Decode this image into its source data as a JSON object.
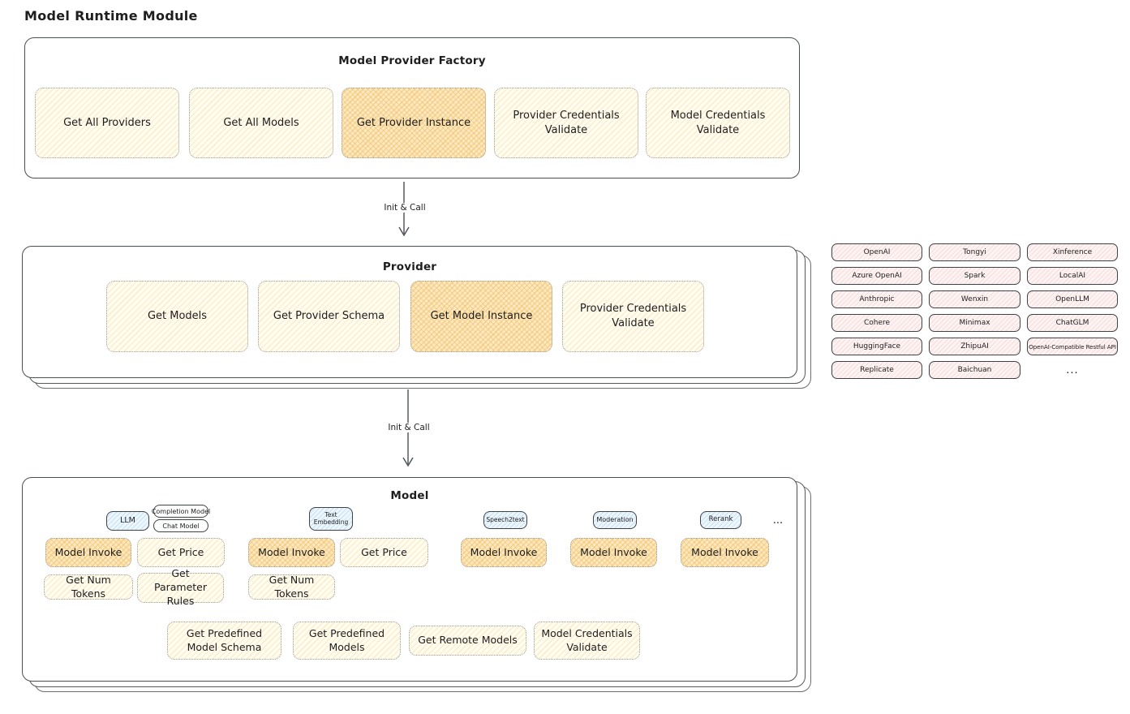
{
  "page_title": "Model Runtime Module",
  "colors": {
    "outline": "#4a4f55",
    "yellow_fill": "#fffcf0",
    "yellow_hatch": "#f0cd82",
    "highlight_fill": "#fbe9c3",
    "highlight_hatch": "#f2b754",
    "pink_fill": "#fdf3f3",
    "pink_hatch": "#eca6a6",
    "blue_fill": "#edf6fc",
    "blue_hatch": "#85bce2"
  },
  "factory": {
    "title": "Model Provider Factory",
    "buttons": [
      {
        "label": "Get All Providers",
        "highlighted": false
      },
      {
        "label": "Get All Models",
        "highlighted": false
      },
      {
        "label": "Get Provider Instance",
        "highlighted": true
      },
      {
        "label": "Provider Credentials Validate",
        "highlighted": false
      },
      {
        "label": "Model Credentials Validate",
        "highlighted": false
      }
    ]
  },
  "arrows": {
    "factory_to_provider": "Init & Call",
    "provider_to_model": "Init & Call"
  },
  "provider": {
    "title": "Provider",
    "buttons": [
      {
        "label": "Get Models",
        "highlighted": false
      },
      {
        "label": "Get Provider Schema",
        "highlighted": false
      },
      {
        "label": "Get Model Instance",
        "highlighted": true
      },
      {
        "label": "Provider Credentials Validate",
        "highlighted": false
      }
    ]
  },
  "provider_list": {
    "items": [
      "OpenAI",
      "Tongyi",
      "Xinference",
      "Azure OpenAI",
      "Spark",
      "LocalAI",
      "Anthropic",
      "Wenxin",
      "OpenLLM",
      "Cohere",
      "Minimax",
      "ChatGLM",
      "HuggingFace",
      "ZhipuAI",
      "OpenAI-Compatible Restful API",
      "Replicate",
      "Baichuan"
    ],
    "ellipsis": "..."
  },
  "model": {
    "title": "Model",
    "type_tags": {
      "llm": "LLM",
      "completion": "Completion Model",
      "chat": "Chat Model",
      "text_embedding": "Text Embedding",
      "speech2text": "Speech2text",
      "moderation": "Moderation",
      "rerank": "Rerank",
      "ellipsis": "..."
    },
    "buttons": {
      "llm_invoke": "Model Invoke",
      "llm_get_price": "Get Price",
      "llm_get_num_tokens": "Get Num Tokens",
      "llm_get_parameter_rules": "Get Parameter Rules",
      "embedding_invoke": "Model Invoke",
      "embedding_get_price": "Get Price",
      "embedding_get_num_tokens": "Get Num Tokens",
      "speech2text_invoke": "Model Invoke",
      "moderation_invoke": "Model Invoke",
      "rerank_invoke": "Model Invoke"
    },
    "bottom_buttons": [
      "Get Predefined Model Schema",
      "Get Predefined Models",
      "Get Remote Models",
      "Model Credentials Validate"
    ]
  }
}
